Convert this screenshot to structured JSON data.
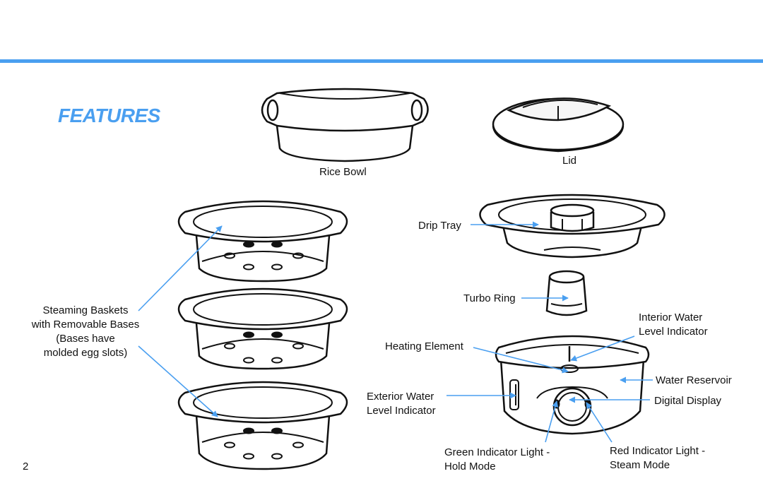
{
  "page": {
    "title": "FEATURES",
    "page_number": "2"
  },
  "colors": {
    "accent": "#4a9ff0",
    "line": "#111111",
    "arrow": "#4a9ff0"
  },
  "labels": {
    "rice_bowl": "Rice Bowl",
    "lid": "Lid",
    "drip_tray": "Drip Tray",
    "turbo_ring": "Turbo Ring",
    "steaming_baskets": [
      "Steaming Baskets",
      "with Removable Bases",
      "(Bases have",
      "molded egg slots)"
    ],
    "interior_water": [
      "Interior Water",
      "Level Indicator"
    ],
    "heating_element": "Heating Element",
    "water_reservoir": "Water Reservoir",
    "exterior_water": [
      "Exterior Water",
      "Level Indicator"
    ],
    "digital_display": "Digital Display",
    "green_indicator": [
      "Green Indicator Light -",
      "Hold Mode"
    ],
    "red_indicator": [
      "Red Indicator Light -",
      "Steam Mode"
    ]
  }
}
